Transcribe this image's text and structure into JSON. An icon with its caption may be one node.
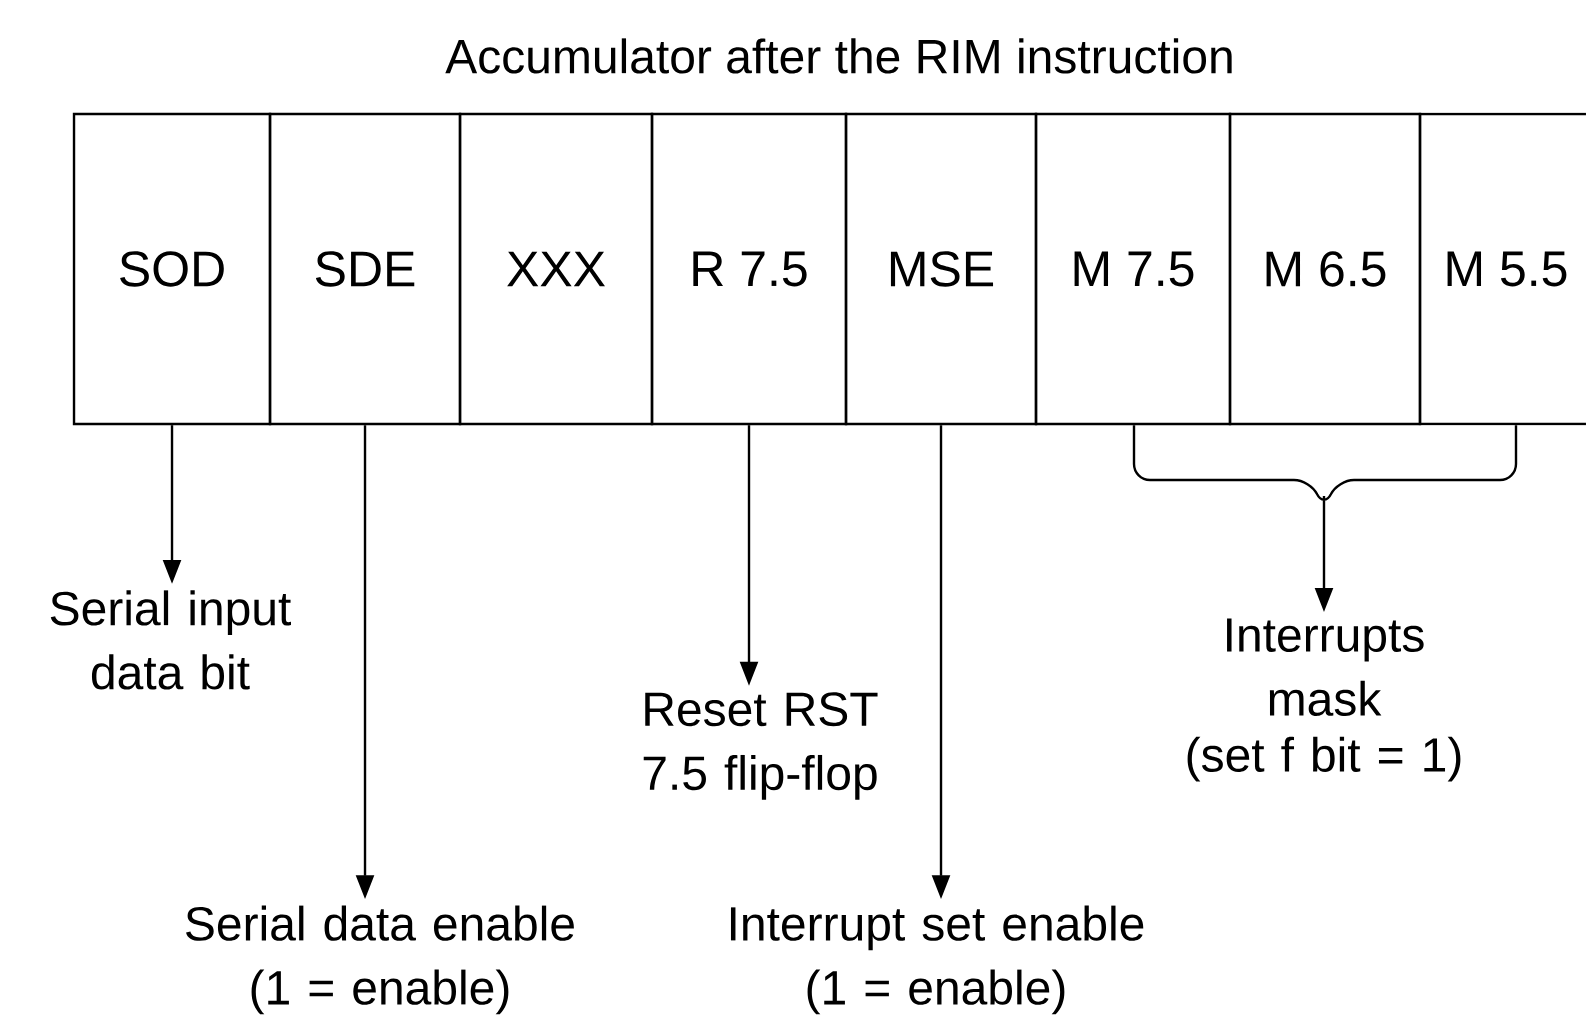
{
  "diagram": {
    "title": "Accumulator after the RIM instruction",
    "nodes": [
      {
        "text": [
          "SOD"
        ]
      },
      {
        "text": [
          "SDE"
        ]
      },
      {
        "text": [
          "XXX"
        ]
      },
      {
        "text": [
          "R 7.5"
        ]
      },
      {
        "text": [
          "MSE"
        ]
      },
      {
        "text": [
          "M 7.5"
        ]
      },
      {
        "text": [
          "M 6.5"
        ]
      },
      {
        "text": [
          "M 5.5"
        ]
      },
      {
        "text": [
          "Serial input data bit"
        ]
      },
      {
        "text": [
          "Reset RST 7.5 flip-flop"
        ]
      },
      {
        "text": [
          "Interrupts mask",
          "(set f bit = 1)"
        ]
      },
      {
        "text": [
          "Serial data enable",
          "(1 = enable)"
        ]
      },
      {
        "text": [
          "Interrupt set enable",
          "(1 = enable)"
        ]
      }
    ],
    "edges": [
      {
        "from": 0,
        "to": 8,
        "arrow": "to"
      },
      {
        "from": 1,
        "to": 11,
        "arrow": "to"
      },
      {
        "from": 3,
        "to": 9,
        "arrow": "to"
      },
      {
        "from": 4,
        "to": 12,
        "arrow": "to"
      },
      {
        "from": 5,
        "to": 10,
        "arrow": "to"
      },
      {
        "from": 7,
        "to": 10,
        "arrow": "to"
      }
    ]
  }
}
